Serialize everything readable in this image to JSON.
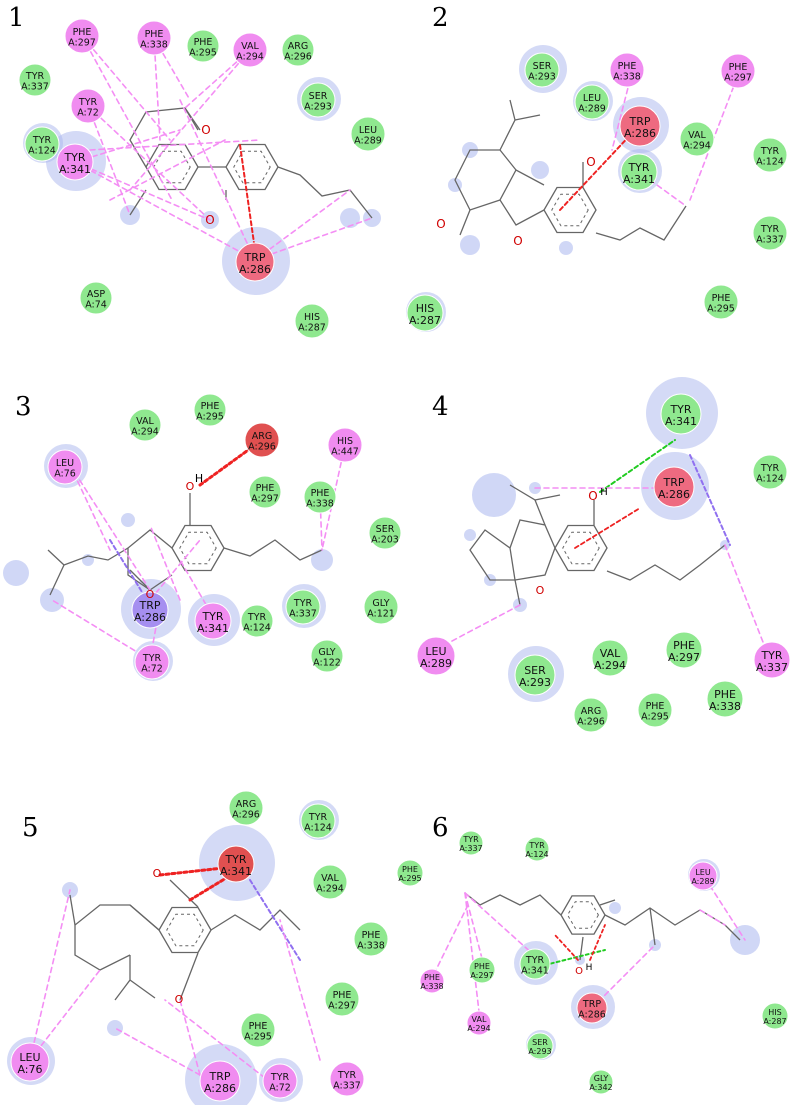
{
  "colors": {
    "green": "#8fe88f",
    "pink": "#f08cf0",
    "red": "#ee6a80",
    "deepred": "#e05050",
    "purple": "#a58ff0",
    "halo": "#aab6ee",
    "bond": "#666666",
    "pi_pink": "#f48ef4",
    "hbond_red": "#ee2222",
    "hbond_green": "#22cc22",
    "pi_sigma": "#9070f0"
  },
  "panels": [
    {
      "label": "1",
      "residues": [
        {
          "name": "PHE",
          "num": "A:297",
          "type": "pink"
        },
        {
          "name": "PHE",
          "num": "A:338",
          "type": "pink"
        },
        {
          "name": "PHE",
          "num": "A:295",
          "type": "green"
        },
        {
          "name": "VAL",
          "num": "A:294",
          "type": "pink"
        },
        {
          "name": "ARG",
          "num": "A:296",
          "type": "green"
        },
        {
          "name": "TYR",
          "num": "A:337",
          "type": "green"
        },
        {
          "name": "TYR",
          "num": "A:72",
          "type": "pink"
        },
        {
          "name": "SER",
          "num": "A:293",
          "type": "green"
        },
        {
          "name": "LEU",
          "num": "A:289",
          "type": "green"
        },
        {
          "name": "TYR",
          "num": "A:124",
          "type": "green"
        },
        {
          "name": "TYR",
          "num": "A:341",
          "type": "pink"
        },
        {
          "name": "TRP",
          "num": "A:286",
          "type": "red"
        },
        {
          "name": "ASP",
          "num": "A:74",
          "type": "green"
        },
        {
          "name": "HIS",
          "num": "A:287",
          "type": "green"
        },
        {
          "name": "HIS",
          "num": "A:287",
          "type": "green"
        }
      ],
      "atoms": [
        "O",
        "O"
      ]
    },
    {
      "label": "2",
      "residues": [
        {
          "name": "SER",
          "num": "A:293",
          "type": "green"
        },
        {
          "name": "PHE",
          "num": "A:338",
          "type": "pink"
        },
        {
          "name": "PHE",
          "num": "A:297",
          "type": "pink"
        },
        {
          "name": "LEU",
          "num": "A:289",
          "type": "green"
        },
        {
          "name": "TRP",
          "num": "A:286",
          "type": "red"
        },
        {
          "name": "VAL",
          "num": "A:294",
          "type": "green"
        },
        {
          "name": "TYR",
          "num": "A:124",
          "type": "green"
        },
        {
          "name": "TYR",
          "num": "A:341",
          "type": "green"
        },
        {
          "name": "TYR",
          "num": "A:337",
          "type": "green"
        },
        {
          "name": "PHE",
          "num": "A:295",
          "type": "green"
        }
      ],
      "atoms": [
        "O",
        "O",
        "O"
      ]
    },
    {
      "label": "3",
      "residues": [
        {
          "name": "VAL",
          "num": "A:294",
          "type": "green"
        },
        {
          "name": "PHE",
          "num": "A:295",
          "type": "green"
        },
        {
          "name": "ARG",
          "num": "A:296",
          "type": "deepred"
        },
        {
          "name": "HIS",
          "num": "A:447",
          "type": "pink"
        },
        {
          "name": "LEU",
          "num": "A:76",
          "type": "pink"
        },
        {
          "name": "PHE",
          "num": "A:297",
          "type": "green"
        },
        {
          "name": "PHE",
          "num": "A:338",
          "type": "green"
        },
        {
          "name": "SER",
          "num": "A:203",
          "type": "green"
        },
        {
          "name": "TRP",
          "num": "A:286",
          "type": "purple"
        },
        {
          "name": "TYR",
          "num": "A:341",
          "type": "pink"
        },
        {
          "name": "TYR",
          "num": "A:124",
          "type": "green"
        },
        {
          "name": "TYR",
          "num": "A:337",
          "type": "green"
        },
        {
          "name": "GLY",
          "num": "A:121",
          "type": "green"
        },
        {
          "name": "GLY",
          "num": "A:122",
          "type": "green"
        },
        {
          "name": "TYR",
          "num": "A:72",
          "type": "pink"
        }
      ],
      "atoms": [
        "O",
        "H",
        "O"
      ]
    },
    {
      "label": "4",
      "residues": [
        {
          "name": "TYR",
          "num": "A:341",
          "type": "green"
        },
        {
          "name": "TRP",
          "num": "A:286",
          "type": "red"
        },
        {
          "name": "TYR",
          "num": "A:124",
          "type": "green"
        },
        {
          "name": "LEU",
          "num": "A:289",
          "type": "pink"
        },
        {
          "name": "SER",
          "num": "A:293",
          "type": "green"
        },
        {
          "name": "VAL",
          "num": "A:294",
          "type": "green"
        },
        {
          "name": "PHE",
          "num": "A:297",
          "type": "green"
        },
        {
          "name": "TYR",
          "num": "A:337",
          "type": "pink"
        },
        {
          "name": "ARG",
          "num": "A:296",
          "type": "green"
        },
        {
          "name": "PHE",
          "num": "A:295",
          "type": "green"
        },
        {
          "name": "PHE",
          "num": "A:338",
          "type": "green"
        }
      ],
      "atoms": [
        "O",
        "H",
        "O"
      ]
    },
    {
      "label": "5",
      "residues": [
        {
          "name": "ARG",
          "num": "A:296",
          "type": "green"
        },
        {
          "name": "TYR",
          "num": "A:124",
          "type": "green"
        },
        {
          "name": "TYR",
          "num": "A:341",
          "type": "deepred"
        },
        {
          "name": "VAL",
          "num": "A:294",
          "type": "green"
        },
        {
          "name": "PHE",
          "num": "A:295",
          "type": "green"
        },
        {
          "name": "PHE",
          "num": "A:338",
          "type": "green"
        },
        {
          "name": "PHE",
          "num": "A:297",
          "type": "green"
        },
        {
          "name": "LEU",
          "num": "A:76",
          "type": "pink"
        },
        {
          "name": "PHE",
          "num": "A:295",
          "type": "green"
        },
        {
          "name": "TRP",
          "num": "A:286",
          "type": "pink"
        },
        {
          "name": "TYR",
          "num": "A:72",
          "type": "pink"
        },
        {
          "name": "TYR",
          "num": "A:337",
          "type": "pink"
        }
      ],
      "atoms": [
        "O",
        "O"
      ]
    },
    {
      "label": "6",
      "residues": [
        {
          "name": "TYR",
          "num": "A:337",
          "type": "green"
        },
        {
          "name": "TYR",
          "num": "A:124",
          "type": "green"
        },
        {
          "name": "LEU",
          "num": "A:289",
          "type": "pink"
        },
        {
          "name": "PHE",
          "num": "A:338",
          "type": "pink"
        },
        {
          "name": "PHE",
          "num": "A:297",
          "type": "green"
        },
        {
          "name": "TYR",
          "num": "A:341",
          "type": "green"
        },
        {
          "name": "TRP",
          "num": "A:286",
          "type": "red"
        },
        {
          "name": "VAL",
          "num": "A:294",
          "type": "pink"
        },
        {
          "name": "HIS",
          "num": "A:287",
          "type": "green"
        },
        {
          "name": "SER",
          "num": "A:293",
          "type": "green"
        },
        {
          "name": "GLY",
          "num": "A:342",
          "type": "green"
        }
      ],
      "atoms": [
        "O",
        "H"
      ]
    }
  ]
}
